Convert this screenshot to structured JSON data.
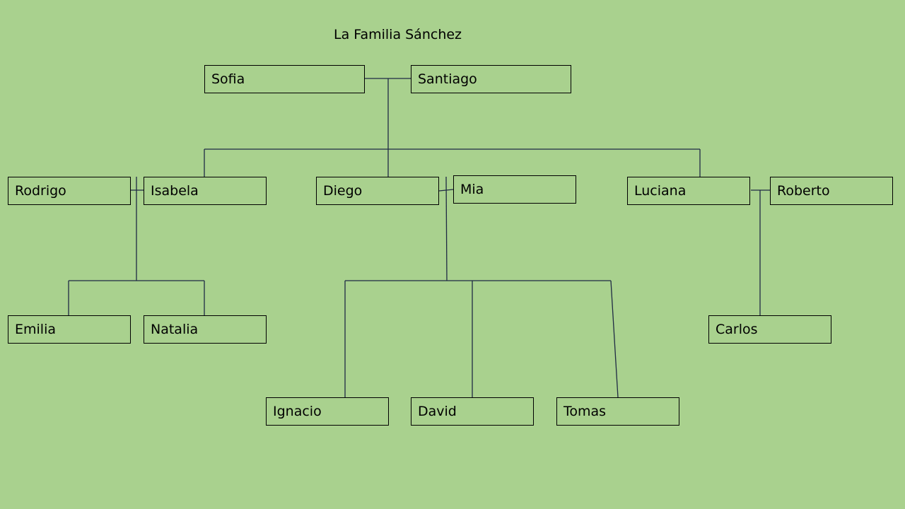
{
  "title": "La Familia Sánchez",
  "colors": {
    "background": "#a9d18e",
    "box_border": "#000000",
    "connector": "#1f2a44"
  },
  "people": {
    "sofia": "Sofia",
    "santiago": "Santiago",
    "rodrigo": "Rodrigo",
    "isabela": "Isabela",
    "diego": "Diego",
    "mia": "Mia",
    "luciana": "Luciana",
    "roberto": "Roberto",
    "emilia": "Emilia",
    "natalia": "Natalia",
    "carlos": "Carlos",
    "ignacio": "Ignacio",
    "david": "David",
    "tomas": "Tomas"
  }
}
